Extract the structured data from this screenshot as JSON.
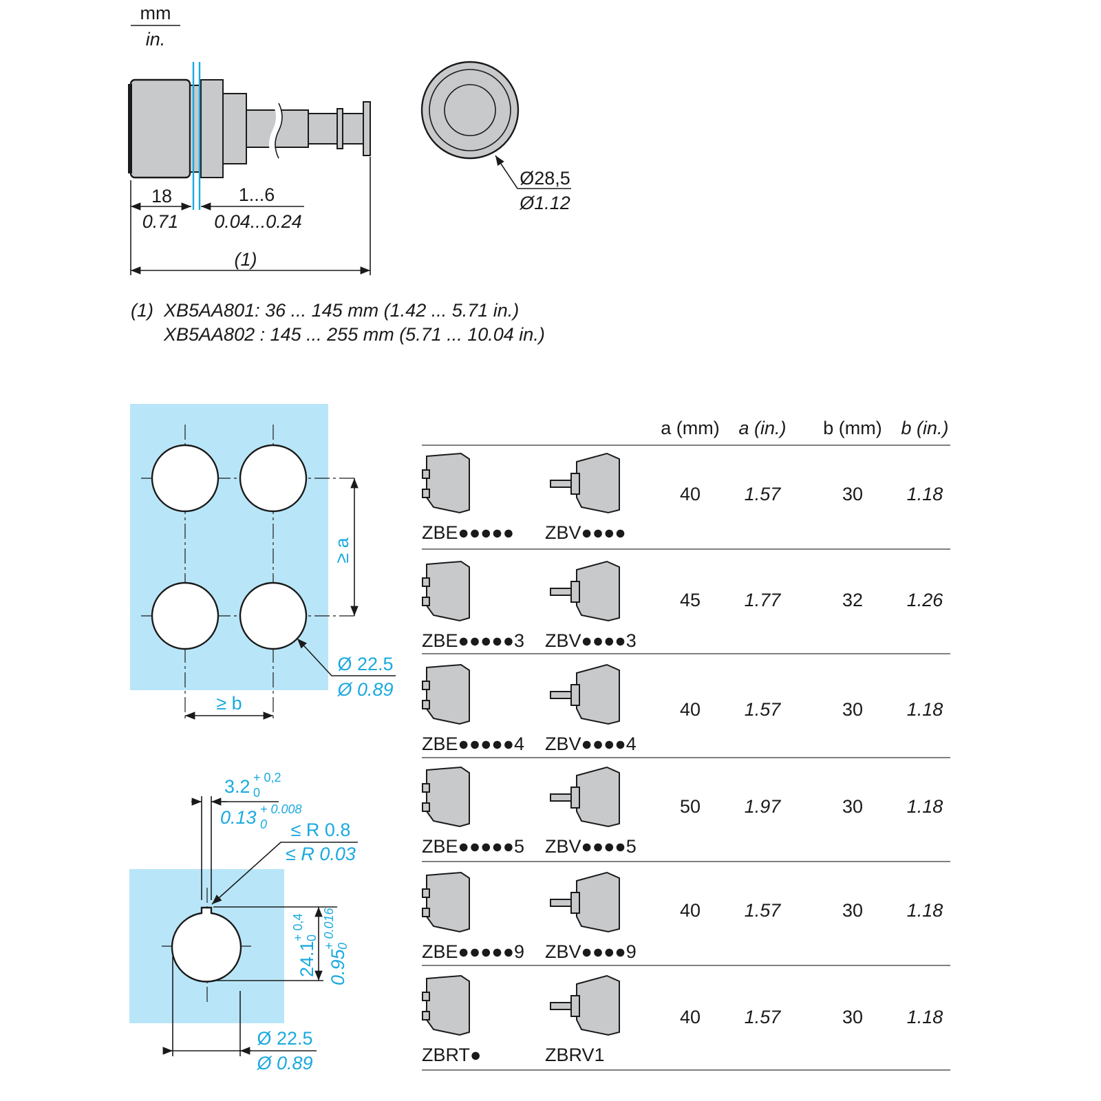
{
  "units": {
    "top": "mm",
    "bottom": "in."
  },
  "side_view": {
    "dim_18_mm": "18",
    "dim_18_in": "0.71",
    "dim_panel_mm": "1...6",
    "dim_panel_in": "0.04...0.24",
    "dim_total": "(1)"
  },
  "front_view": {
    "diameter_mm": "Ø28,5",
    "diameter_in": "Ø1.12"
  },
  "footnote": {
    "marker": "(1)",
    "line1": "XB5AA801: 36 ... 145 mm (1.42 ... 5.71 in.)",
    "line2": "XB5AA802 : 145 ... 255 mm (5.71 ... 10.04 in.)"
  },
  "panel_layout": {
    "spacing_a": "≥ a",
    "spacing_b": "≥ b",
    "hole_mm": "Ø 22.5",
    "hole_in": "Ø 0.89",
    "fill_color": "#b8e6f8",
    "text_color": "#1aa9df"
  },
  "cutout": {
    "key_mm": "3.2",
    "key_mm_tol_upper": "+ 0,2",
    "key_mm_tol_lower": "0",
    "key_in": "0.13",
    "key_in_tol_upper": "+ 0.008",
    "key_in_tol_lower": "0",
    "radius_mm": "≤ R 0.8",
    "radius_in": "≤ R 0.03",
    "height_mm": "24.1",
    "height_mm_tol_upper": "+ 0,4",
    "height_mm_tol_lower": "0",
    "height_in": "0.95",
    "height_in_tol_upper": "+ 0.016",
    "height_in_tol_lower": "0",
    "hole_mm": "Ø 22.5",
    "hole_in": "Ø 0.89"
  },
  "table": {
    "headers": [
      "a (mm)",
      "a (in.)",
      "b (mm)",
      "b (in.)"
    ],
    "rows": [
      {
        "ref1": "ZBE●●●●●",
        "ref2": "ZBV●●●●",
        "a_mm": "40",
        "a_in": "1.57",
        "b_mm": "30",
        "b_in": "1.18"
      },
      {
        "ref1": "ZBE●●●●●3",
        "ref2": "ZBV●●●●3",
        "a_mm": "45",
        "a_in": "1.77",
        "b_mm": "32",
        "b_in": "1.26"
      },
      {
        "ref1": "ZBE●●●●●4",
        "ref2": "ZBV●●●●4",
        "a_mm": "40",
        "a_in": "1.57",
        "b_mm": "30",
        "b_in": "1.18"
      },
      {
        "ref1": "ZBE●●●●●5",
        "ref2": "ZBV●●●●5",
        "a_mm": "50",
        "a_in": "1.97",
        "b_mm": "30",
        "b_in": "1.18"
      },
      {
        "ref1": "ZBE●●●●●9",
        "ref2": "ZBV●●●●9",
        "a_mm": "40",
        "a_in": "1.57",
        "b_mm": "30",
        "b_in": "1.18"
      },
      {
        "ref1": "ZBRT●",
        "ref2": "ZBRV1",
        "a_mm": "40",
        "a_in": "1.57",
        "b_mm": "30",
        "b_in": "1.18"
      }
    ]
  }
}
